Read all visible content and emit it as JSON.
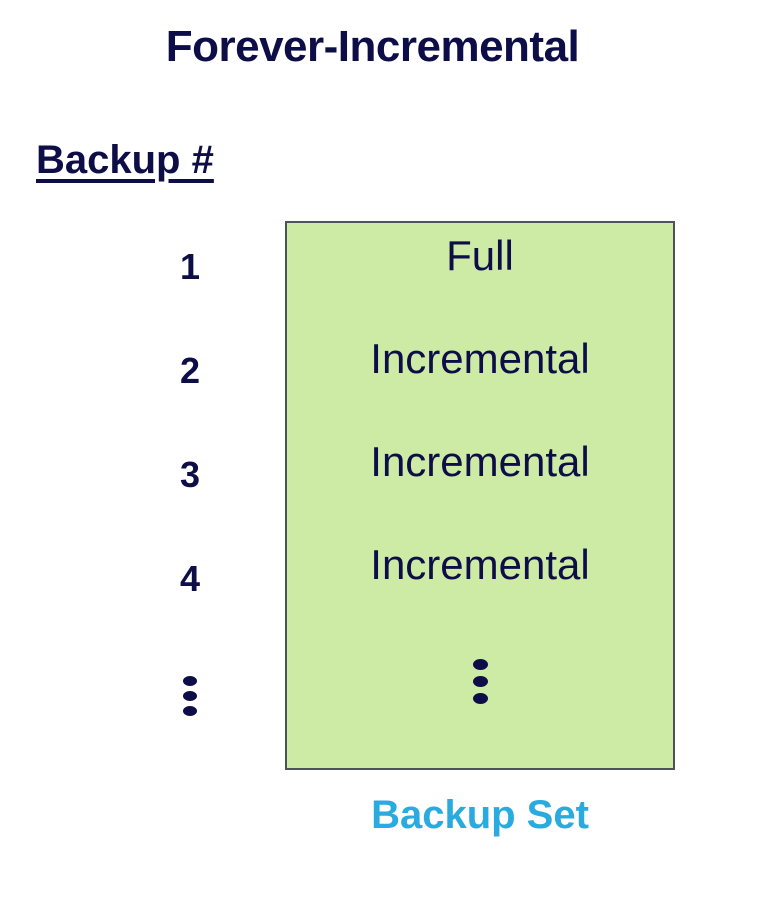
{
  "diagram": {
    "title": "Forever-Incremental",
    "column_header": "Backup #",
    "caption": "Backup Set",
    "colors": {
      "text_navy": "#0D0D47",
      "box_fill": "#CDEBA5",
      "box_border": "#4D5357",
      "caption_blue": "#29ABDF",
      "background": "#FFFFFF"
    },
    "backup_numbers": [
      {
        "label": "1"
      },
      {
        "label": "2"
      },
      {
        "label": "3"
      },
      {
        "label": "4"
      },
      {
        "label": "⋮"
      }
    ],
    "backup_set_rows": [
      {
        "label": "Full"
      },
      {
        "label": "Incremental"
      },
      {
        "label": "Incremental"
      },
      {
        "label": "Incremental"
      },
      {
        "label": "⋮"
      }
    ]
  }
}
